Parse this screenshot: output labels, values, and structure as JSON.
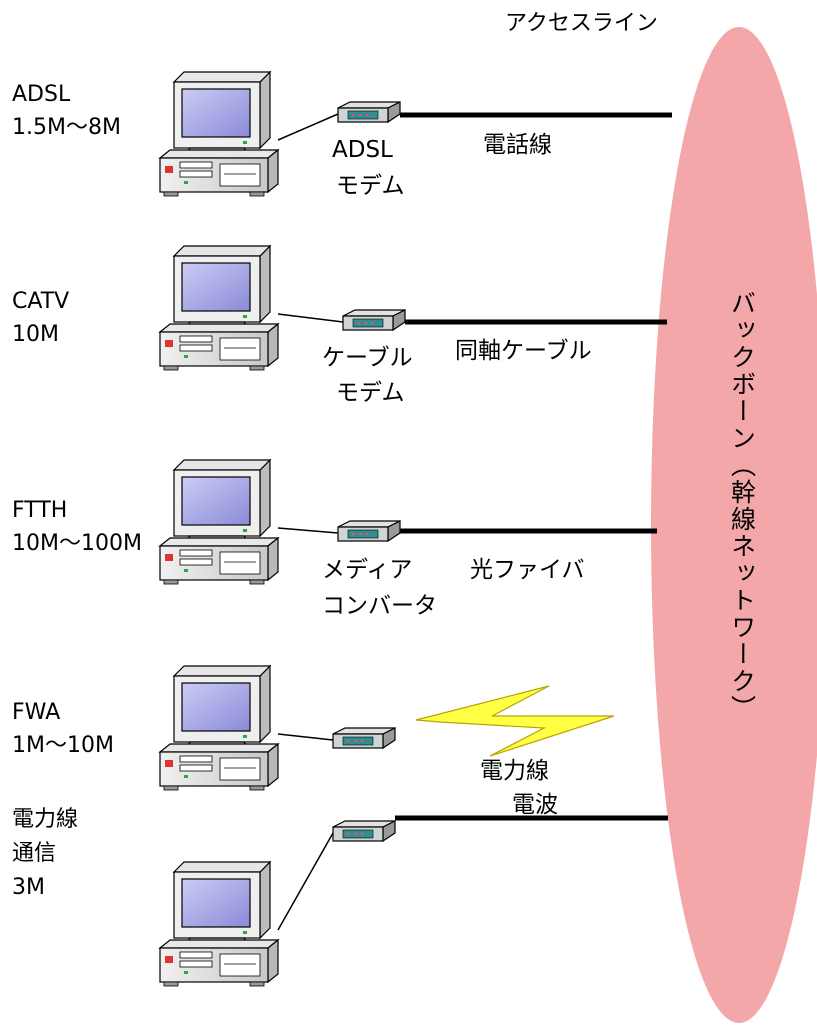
{
  "diagram": {
    "access_line_title": "アクセスライン",
    "backbone_label": "バックボーン︵幹線ネットワーク︶",
    "backbone_color": "#f4a7a9",
    "rows": [
      {
        "service": [
          "ADSL",
          "1.5M〜8M"
        ],
        "device": [
          "ADSL",
          "モデム"
        ],
        "line": "電話線",
        "connection": "cable"
      },
      {
        "service": [
          "CATV",
          "10M"
        ],
        "device": [
          "ケーブル",
          "モデム"
        ],
        "line": "同軸ケーブル",
        "connection": "cable"
      },
      {
        "service": [
          "FTTH",
          "10M〜100M"
        ],
        "device": [
          "メディア",
          "コンバータ"
        ],
        "line": "光ファイバ",
        "connection": "cable"
      },
      {
        "service": [
          "FWA",
          "1M〜10M"
        ],
        "device": [],
        "line": "電波",
        "connection": "radio"
      },
      {
        "service": [
          "電力線",
          "通信",
          "3M"
        ],
        "device": [],
        "line": "電力線",
        "connection": "cable"
      }
    ],
    "icons": {
      "computer": "desktop-computer-icon",
      "modem": "modem-icon",
      "radio": "lightning-bolt-icon"
    }
  }
}
